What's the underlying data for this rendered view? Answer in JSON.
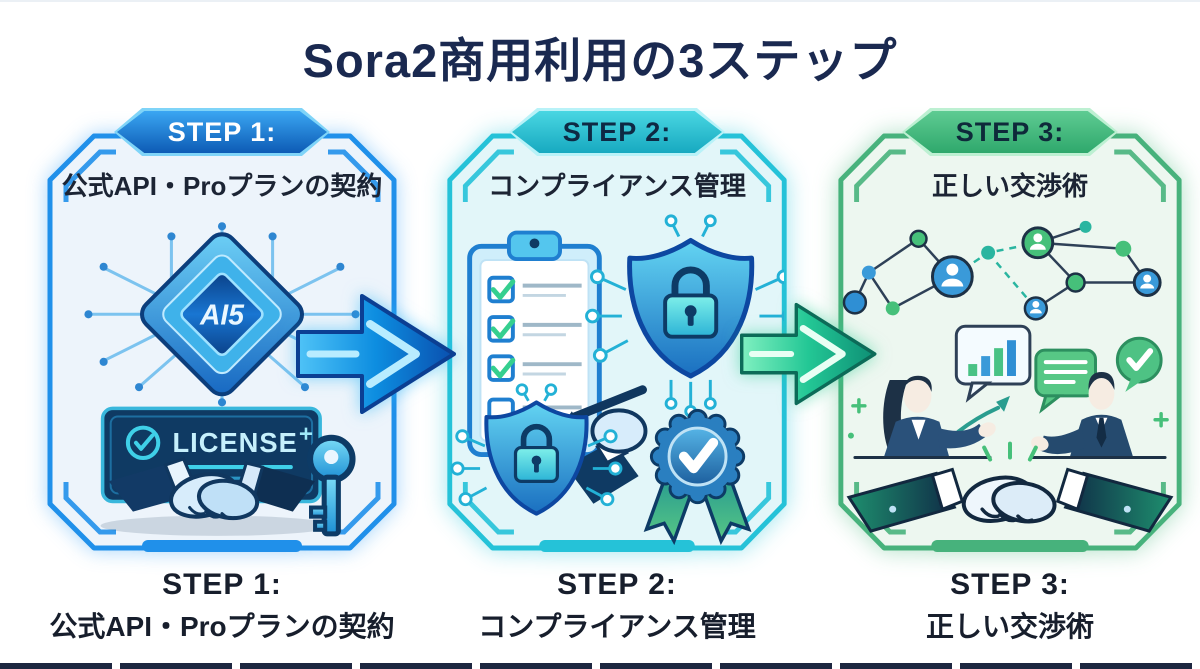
{
  "page": {
    "title": "Sora2商用利用の3ステップ",
    "background": "#ffffff",
    "title_color": "#1a2950"
  },
  "steps": [
    {
      "badge_label": "STEP 1:",
      "heading": "公式API・Proプランの契約",
      "footer_step": "STEP 1:",
      "footer_text": "公式API・Proプランの契約",
      "accent_color": "#2090ea",
      "panel_fill": "#edf4fb",
      "chip_label": "AI5",
      "license_label": "LICENSE",
      "icons": [
        "ai-chip-icon",
        "circuit-traces-icon",
        "license-card-icon",
        "license-check-badge-icon",
        "handshake-icon",
        "key-icon",
        "sparkle-icon"
      ]
    },
    {
      "badge_label": "STEP 2:",
      "heading": "コンプライアンス管理",
      "footer_step": "STEP 2:",
      "footer_text": "コンプライアンス管理",
      "accent_color": "#25c2d8",
      "panel_fill": "#e2f6f9",
      "icons": [
        "clipboard-checklist-icon",
        "pen-hand-icon",
        "shield-lock-top-icon",
        "shield-lock-bottom-icon",
        "circuit-nodes-icon",
        "certified-ribbon-icon"
      ]
    },
    {
      "badge_label": "STEP 3:",
      "heading": "正しい交渉術",
      "footer_step": "STEP 3:",
      "footer_text": "正しい交渉術",
      "accent_color": "#47b27c",
      "panel_fill": "#edf7f0",
      "icons": [
        "network-diagram-icon",
        "chart-speech-bubble-icon",
        "text-speech-bubble-icon",
        "check-speech-bubble-icon",
        "negotiator-woman-icon",
        "negotiator-man-icon",
        "growth-arrow-icon",
        "handshake-icon"
      ]
    }
  ],
  "arrows": [
    {
      "direction": "right",
      "color": "#0d8de0"
    },
    {
      "direction": "right",
      "color": "#23c795"
    }
  ]
}
